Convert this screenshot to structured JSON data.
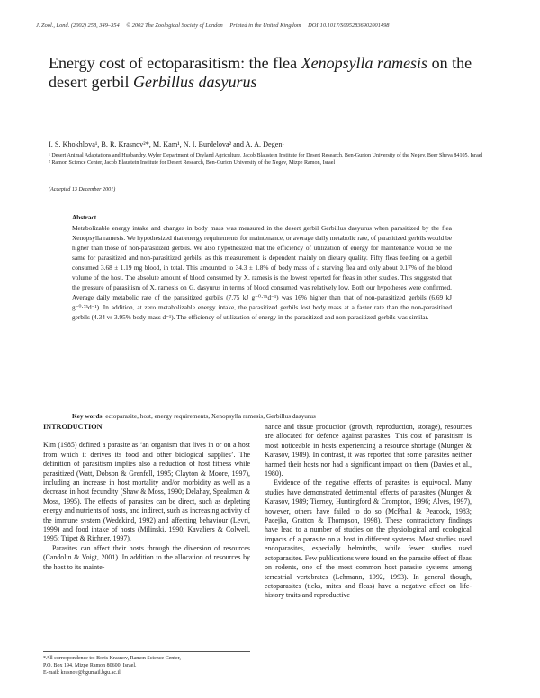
{
  "running_head": {
    "journal": "J. Zool., Lond. (2002) 258, 349–354",
    "copyright": "© 2002 The Zoological Society of London",
    "printed": "Printed in the United Kingdom",
    "doi": "DOI:10.1017/S0952836902001498"
  },
  "title": {
    "part1": "Energy cost of ectoparasitism: the flea ",
    "species1": "Xenopsylla ramesis",
    "part2": " on the desert gerbil ",
    "species2": "Gerbillus dasyurus"
  },
  "authors": "I. S. Khokhlova¹, B. R. Krasnov²*, M. Kam¹, N. I. Burdelova² and A. A. Degen¹",
  "affiliations": [
    "¹ Desert Animal Adaptations and Husbandry, Wyler Department of Dryland Agriculture, Jacob Blaustein Institute for Desert Research, Ben-Gurion University of the Negev, Beer Sheva 84105, Israel",
    "² Ramon Science Center, Jacob Blaustein Institute for Desert Research, Ben-Gurion University of the Negev, Mizpe Ramon, Israel"
  ],
  "accepted": "(Accepted 13 December 2001)",
  "abstract": {
    "heading": "Abstract",
    "text": "Metabolizable energy intake and changes in body mass was measured in the desert gerbil Gerbillus dasyurus when parasitized by the flea Xenopsylla ramesis. We hypothesized that energy requirements for maintenance, or average daily metabolic rate, of parasitized gerbils would be higher than those of non-parasitized gerbils. We also hypothesized that the efficiency of utilization of energy for maintenance would be the same for parasitized and non-parasitized gerbils, as this measurement is dependent mainly on dietary quality. Fifty fleas feeding on a gerbil consumed 3.68 ± 1.19 mg blood, in total. This amounted to 34.3 ± 1.8% of body mass of a starving flea and only about 0.17% of the blood volume of the host. The absolute amount of blood consumed by X. ramesis is the lowest reported for fleas in other studies. This suggested that the pressure of parasitism of X. ramesis on G. dasyurus in terms of blood consumed was relatively low. Both our hypotheses were confirmed. Average daily metabolic rate of the parasitized gerbils (7.75 kJ g⁻⁰·⁷⁵d⁻¹) was 16% higher than that of non-parasitized gerbils (6.69 kJ g⁻⁰·⁷⁵d⁻¹). In addition, at zero metabolizable energy intake, the parasitized gerbils lost body mass at a faster rate than the non-parasitized gerbils (4.34 vs 3.95% body mass d⁻¹). The efficiency of utilization of energy in the parasitized and non-parasitized gerbils was similar."
  },
  "keywords": {
    "label": "Key words",
    "text": ": ectoparasite, host, energy requirements, Xenopsylla ramesis, Gerbillus dasyurus"
  },
  "intro": {
    "heading": "INTRODUCTION",
    "left_p1": "Kim (1985) defined a parasite as ‘an organism that lives in or on a host from which it derives its food and other biological supplies’. The definition of parasitism implies also a reduction of host fitness while parasitized (Watt, Dobson & Grenfell, 1995; Clayton & Moore, 1997), including an increase in host mortality and/or morbidity as well as a decrease in host fecundity (Shaw & Moss, 1990; Delahay, Speakman & Moss, 1995). The effects of parasites can be direct, such as depleting energy and nutrients of hosts, and indirect, such as increasing activity of the immune system (Wedekind, 1992) and affecting behaviour (Levri, 1999) and food intake of hosts (Milinski, 1990; Kavaliers & Colwell, 1995; Tripet & Richner, 1997).",
    "left_p2": "Parasites can affect their hosts through the diversion of resources (Candolin & Voigt, 2001). In addition to the allocation of resources by the host to its mainte-",
    "right_p1": "nance and tissue production (growth, reproduction, storage), resources are allocated for defence against parasites. This cost of parasitism is most noticeable in hosts experiencing a resource shortage (Munger & Karasov, 1989). In contrast, it was reported that some parasites neither harmed their hosts nor had a significant impact on them (Davies et al., 1980).",
    "right_p2": "Evidence of the negative effects of parasites is equivocal. Many studies have demonstrated detrimental effects of parasites (Munger & Karasov, 1989; Tierney, Huntingford & Crompton, 1996; Alves, 1997), however, others have failed to do so (McPhail & Peacock, 1983; Pacejka, Gratton & Thompson, 1998). These contradictory findings have lead to a number of studies on the physiological and ecological impacts of a parasite on a host in different systems. Most studies used endoparasites, especially helminths, while fewer studies used ectoparasites. Few publications were found on the parasite effect of fleas on rodents, one of the most common host–parasite systems among terrestrial vertebrates (Lehmann, 1992, 1993). In general though, ectoparasites (ticks, mites and fleas) have a negative effect on life-history traits and reproductive"
  },
  "correspondence": [
    "*All correspondence to: Boris Krasnov, Ramon Science Center,",
    "P.O. Box 194, Mizpe Ramon 80600, Israel.",
    "E-mail: krasnov@bgumail.bgu.ac.il"
  ]
}
